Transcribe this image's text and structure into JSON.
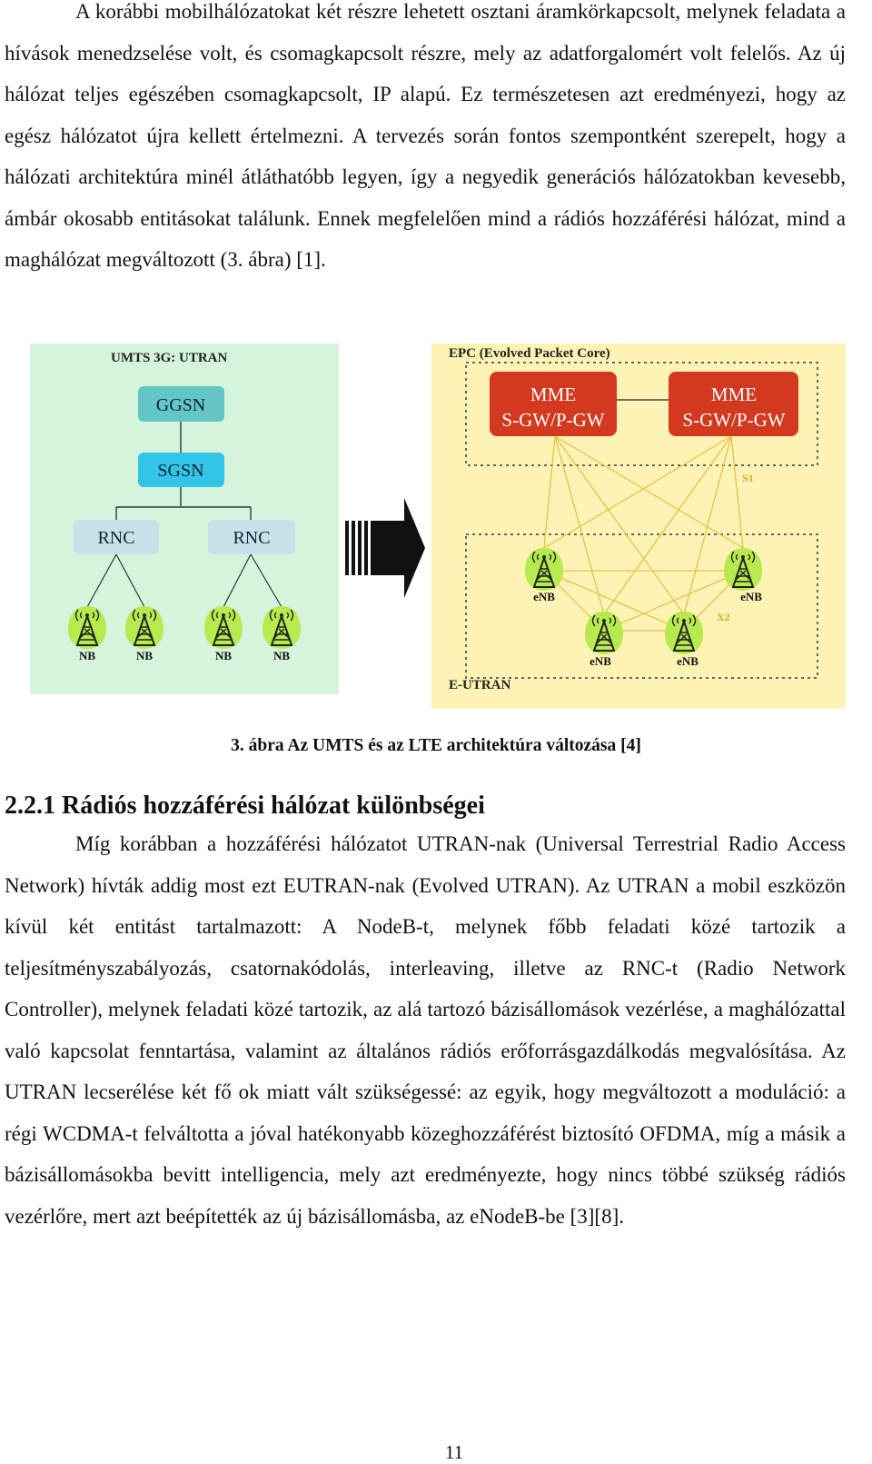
{
  "paragraph1": "A korábbi mobilhálózatokat két részre lehetett osztani áramkörkapcsolt, melynek feladata a hívások menedzselése volt, és csomagkapcsolt részre, mely az adatforgalomért volt felelős. Az új hálózat teljes egészében csomagkapcsolt, IP alapú. Ez természetesen azt eredményezi, hogy az egész hálózatot újra kellett értelmezni. A tervezés során fontos szempontként szerepelt, hogy a hálózati architektúra minél átláthatóbb legyen, így a negyedik generációs hálózatokban kevesebb, ámbár okosabb entitásokat találunk. Ennek megfelelően mind a rádiós hozzáférési hálózat, mind a maghálózat megváltozott (3. ábra) [1].",
  "figure": {
    "umts": {
      "title": "UMTS 3G: UTRAN",
      "ggsn": "GGSN",
      "sgsn": "SGSN",
      "rnc": [
        "RNC",
        "RNC"
      ],
      "nb": [
        "NB",
        "NB",
        "NB",
        "NB"
      ]
    },
    "lte": {
      "title": "EPC (Evolved Packet Core)",
      "mme_line1": "MME",
      "mme_line2": "S-GW/P-GW",
      "s1": "S1",
      "x2": "X2",
      "enb": [
        "eNB",
        "eNB",
        "eNB",
        "eNB"
      ],
      "eutran": "E-UTRAN"
    },
    "colors": {
      "umts_bg": "#d4f4dc",
      "lte_bg": "#fdf3b4",
      "mme": "#d2391f",
      "ggsn": "#62c6c7",
      "sgsn": "#33c5e7",
      "rnc": "#c7e1ea",
      "tower_blob": "#b7ea4e"
    }
  },
  "caption": "3. ábra Az UMTS és az LTE architektúra változása [4]",
  "heading": "2.2.1 Rádiós hozzáférési hálózat különbségei",
  "paragraph2": "Míg korábban a hozzáférési hálózatot UTRAN-nak (Universal Terrestrial Radio Access Network) hívták addig most ezt EUTRAN-nak (Evolved UTRAN). Az UTRAN a mobil eszközön kívül két entitást tartalmazott: A NodeB-t, melynek főbb feladati közé tartozik a teljesítményszabályozás, csatornakódolás, interleaving, illetve az RNC-t (Radio Network Controller), melynek feladati közé tartozik, az alá tartozó bázisállomások vezérlése, a maghálózattal való kapcsolat fenntartása, valamint az általános rádiós erőforrásgazdálkodás megvalósítása. Az UTRAN lecserélése két fő ok miatt vált szükségessé: az egyik, hogy megváltozott a moduláció: a régi WCDMA-t felváltotta a jóval hatékonyabb közeghozzáférést biztosító OFDMA, míg a másik a bázisállomásokba bevitt intelligencia, mely azt eredményezte, hogy nincs többé szükség rádiós vezérlőre, mert azt beépítették az új bázisállomásba, az eNodeB-be [3][8].",
  "page_number": "11"
}
